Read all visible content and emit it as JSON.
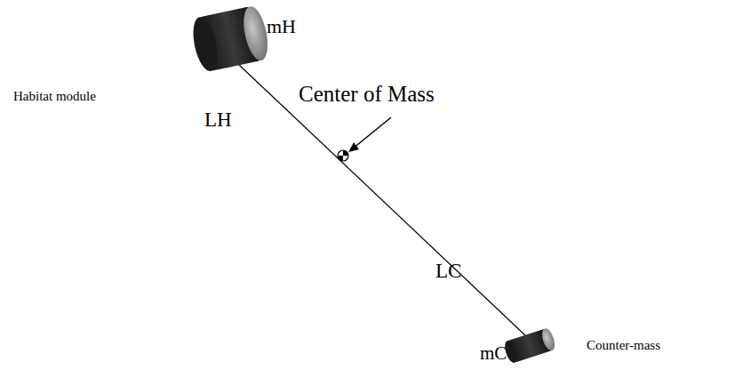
{
  "diagram": {
    "labels": [
      "mH",
      "Habitat module",
      "LH",
      "Center of Mass",
      "LC",
      "mC",
      "Counter-mass"
    ]
  }
}
